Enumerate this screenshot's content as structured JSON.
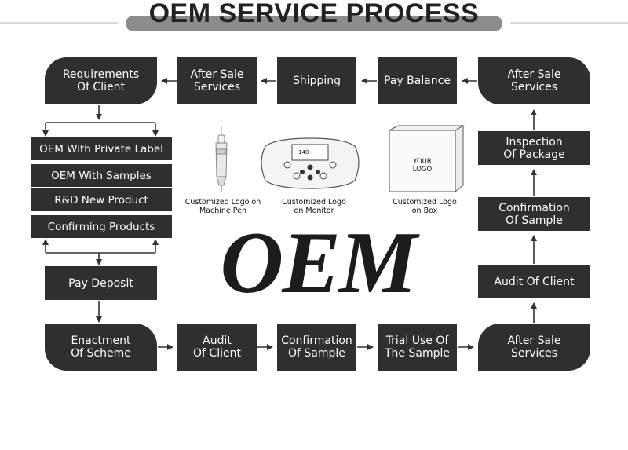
{
  "title": "OEM SERVICE PROCESS",
  "center_text": "OEM",
  "box_logo_text": "YOUR\nLOGO",
  "monitor_display": "140",
  "captions": {
    "pen": "Customized Logo on\nMachine Pen",
    "monitor": "Customized Logo\non Monitor",
    "box": "Customized Logo\non Box"
  },
  "nodes": {
    "requirements": "Requirements\nOf Client",
    "after_sale_top_left": "After Sale\nServices",
    "shipping": "Shipping",
    "pay_balance": "Pay Balance",
    "after_sale_top_right": "After Sale\nServices",
    "oem_private_label": "OEM With Private Label",
    "oem_samples": "OEM With Samples",
    "rd_new_product": "R&D New Product",
    "confirming_products": "Confirming Products",
    "pay_deposit": "Pay Deposit",
    "enactment": "Enactment\nOf Scheme",
    "audit_bottom": "Audit\nOf Client",
    "confirmation_bottom": "Confirmation\nOf Sample",
    "trial_use": "Trial Use Of\nThe Sample",
    "after_sale_bottom_right": "After Sale\nServices",
    "audit_right": "Audit Of Client",
    "confirmation_right": "Confirmation\nOf Sample",
    "inspection": "Inspection\nOf Package"
  },
  "colors": {
    "box": "#2f2f2f",
    "arrow": "#333333",
    "title_bar": "#8c8c8c"
  }
}
